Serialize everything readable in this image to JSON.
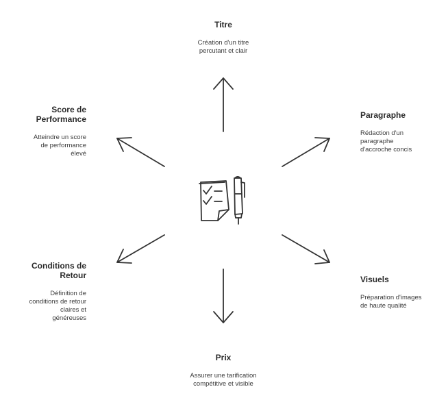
{
  "nodes": {
    "titre": {
      "title": "Titre",
      "lines": [
        "Création d'un titre",
        "percutant et clair"
      ]
    },
    "paragraphe": {
      "title": "Paragraphe",
      "lines": [
        "Rédaction d'un",
        "paragraphe",
        "d'accroche concis"
      ]
    },
    "visuels": {
      "title": "Visuels",
      "lines": [
        "Préparation d'images",
        "de haute qualité"
      ]
    },
    "prix": {
      "title": "Prix",
      "lines": [
        "Assurer une tarification",
        "compétitive et visible"
      ]
    },
    "conditions": {
      "title_lines": [
        "Conditions de",
        "Retour"
      ],
      "lines": [
        "Définition de",
        "conditions de retour",
        "claires et",
        "généreuses"
      ]
    },
    "score": {
      "title_lines": [
        "Score de",
        "Performance"
      ],
      "lines": [
        "Atteindre un score",
        "de performance",
        "élevé"
      ]
    }
  },
  "center_icon": "checklist-pen-icon",
  "colors": {
    "stroke": "#2b2b2b",
    "text": "#2b2b2b"
  }
}
